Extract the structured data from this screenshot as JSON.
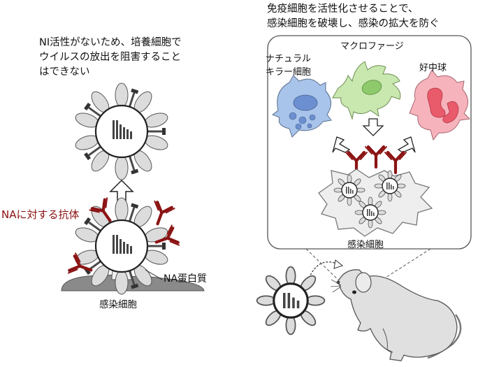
{
  "left_panel": {
    "caption": [
      "NI活性がないため、培養細胞で",
      "ウイルスの放出を阻害すること",
      "はできない"
    ],
    "antibody_label": "NAに対する抗体",
    "na_label": "NA蛋白質",
    "host_cell_label": "感染細胞"
  },
  "right_panel": {
    "caption": [
      "免疫細胞を活性化させることで、",
      "感染細胞を破壊し、感染の拡大を防ぐ"
    ],
    "nk_cell_label": [
      "ナチュラル",
      "キラー細胞"
    ],
    "macrophage_label": "マクロファージ",
    "neutrophil_label": "好中球",
    "infected_cell_label": "感染細胞"
  },
  "colors": {
    "antibody": "#8b1414",
    "virus_spike": "#d9d9d9",
    "na_stalk": "#4a4a4a",
    "nk_cell": "#a9c4ea",
    "macrophage": "#c9e8b0",
    "neutrophil": "#f6b3bb",
    "host_cell": "#8a8a8a",
    "mouse": "#e0e0e0"
  },
  "icons": [
    "virus-icon",
    "antibody-icon",
    "arrow-up-icon",
    "arrow-down-icon",
    "mouse-icon"
  ]
}
